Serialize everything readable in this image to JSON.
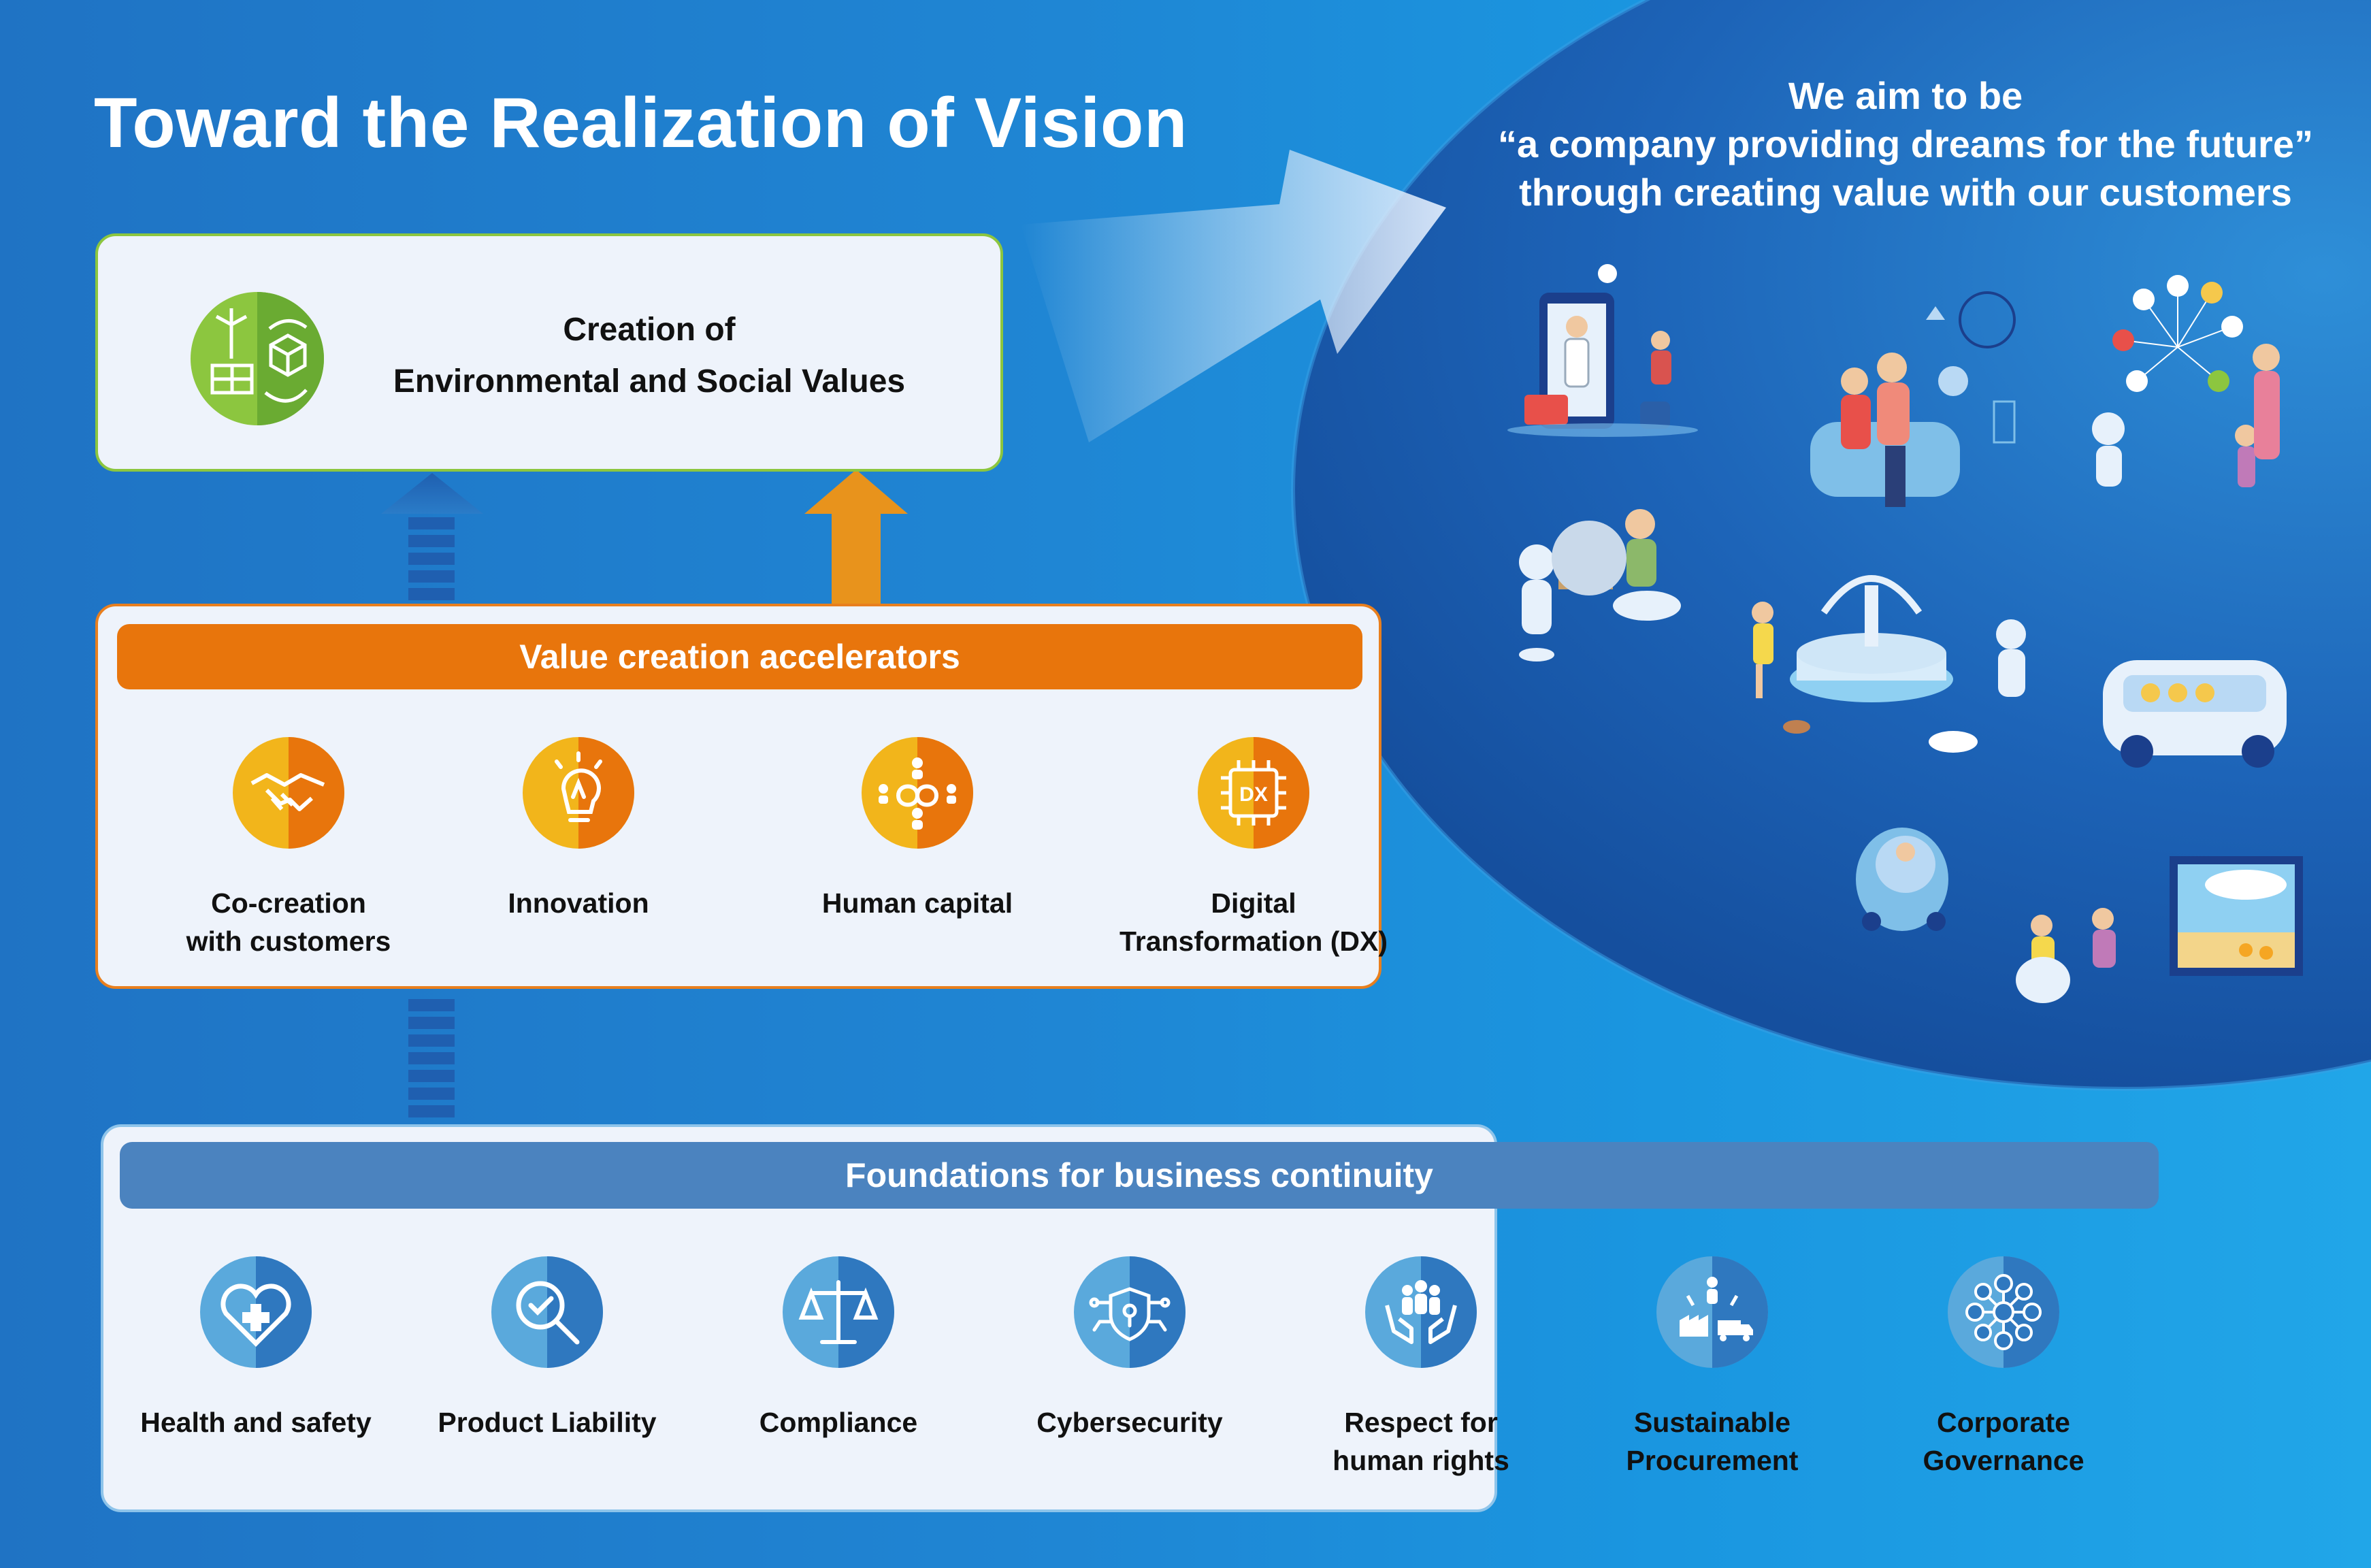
{
  "title": "Toward the Realization of Vision",
  "vision": {
    "line1": "We aim to be",
    "line2": "“a company providing dreams for the future”",
    "line3": "through creating value with our customers"
  },
  "top_box": {
    "line1": "Creation of",
    "line2": "Environmental and Social Values",
    "icon": "eco-cycle-icon"
  },
  "accelerators": {
    "header": "Value creation accelerators",
    "items": [
      {
        "line1": "Co-creation",
        "line2": "with customers",
        "icon": "handshake-icon"
      },
      {
        "line1": "Innovation",
        "line2": "",
        "icon": "lightbulb-icon"
      },
      {
        "line1": "Human capital",
        "line2": "",
        "icon": "people-network-icon"
      },
      {
        "line1": "Digital",
        "line2": "Transformation (DX)",
        "icon": "dx-chip-icon",
        "chip_text": "DX"
      }
    ]
  },
  "foundations": {
    "header": "Foundations for business continuity",
    "items": [
      {
        "line1": "Health and safety",
        "line2": "",
        "icon": "heart-cross-icon"
      },
      {
        "line1": "Product Liability",
        "line2": "",
        "icon": "magnifier-check-icon"
      },
      {
        "line1": "Compliance",
        "line2": "",
        "icon": "scales-icon"
      },
      {
        "line1": "Cybersecurity",
        "line2": "",
        "icon": "shield-circuit-icon"
      },
      {
        "line1": "Respect for",
        "line2": "human rights",
        "icon": "hands-people-icon"
      },
      {
        "line1": "Sustainable",
        "line2": "Procurement",
        "icon": "supply-chain-icon"
      },
      {
        "line1": "Corporate",
        "line2": "Governance",
        "icon": "governance-network-icon"
      }
    ]
  },
  "colors": {
    "accent_orange": "#e8750c",
    "foundation_blue": "#4b83bf",
    "eco_green": "#8cc63f",
    "icon_yellow": "#f2b51b"
  }
}
